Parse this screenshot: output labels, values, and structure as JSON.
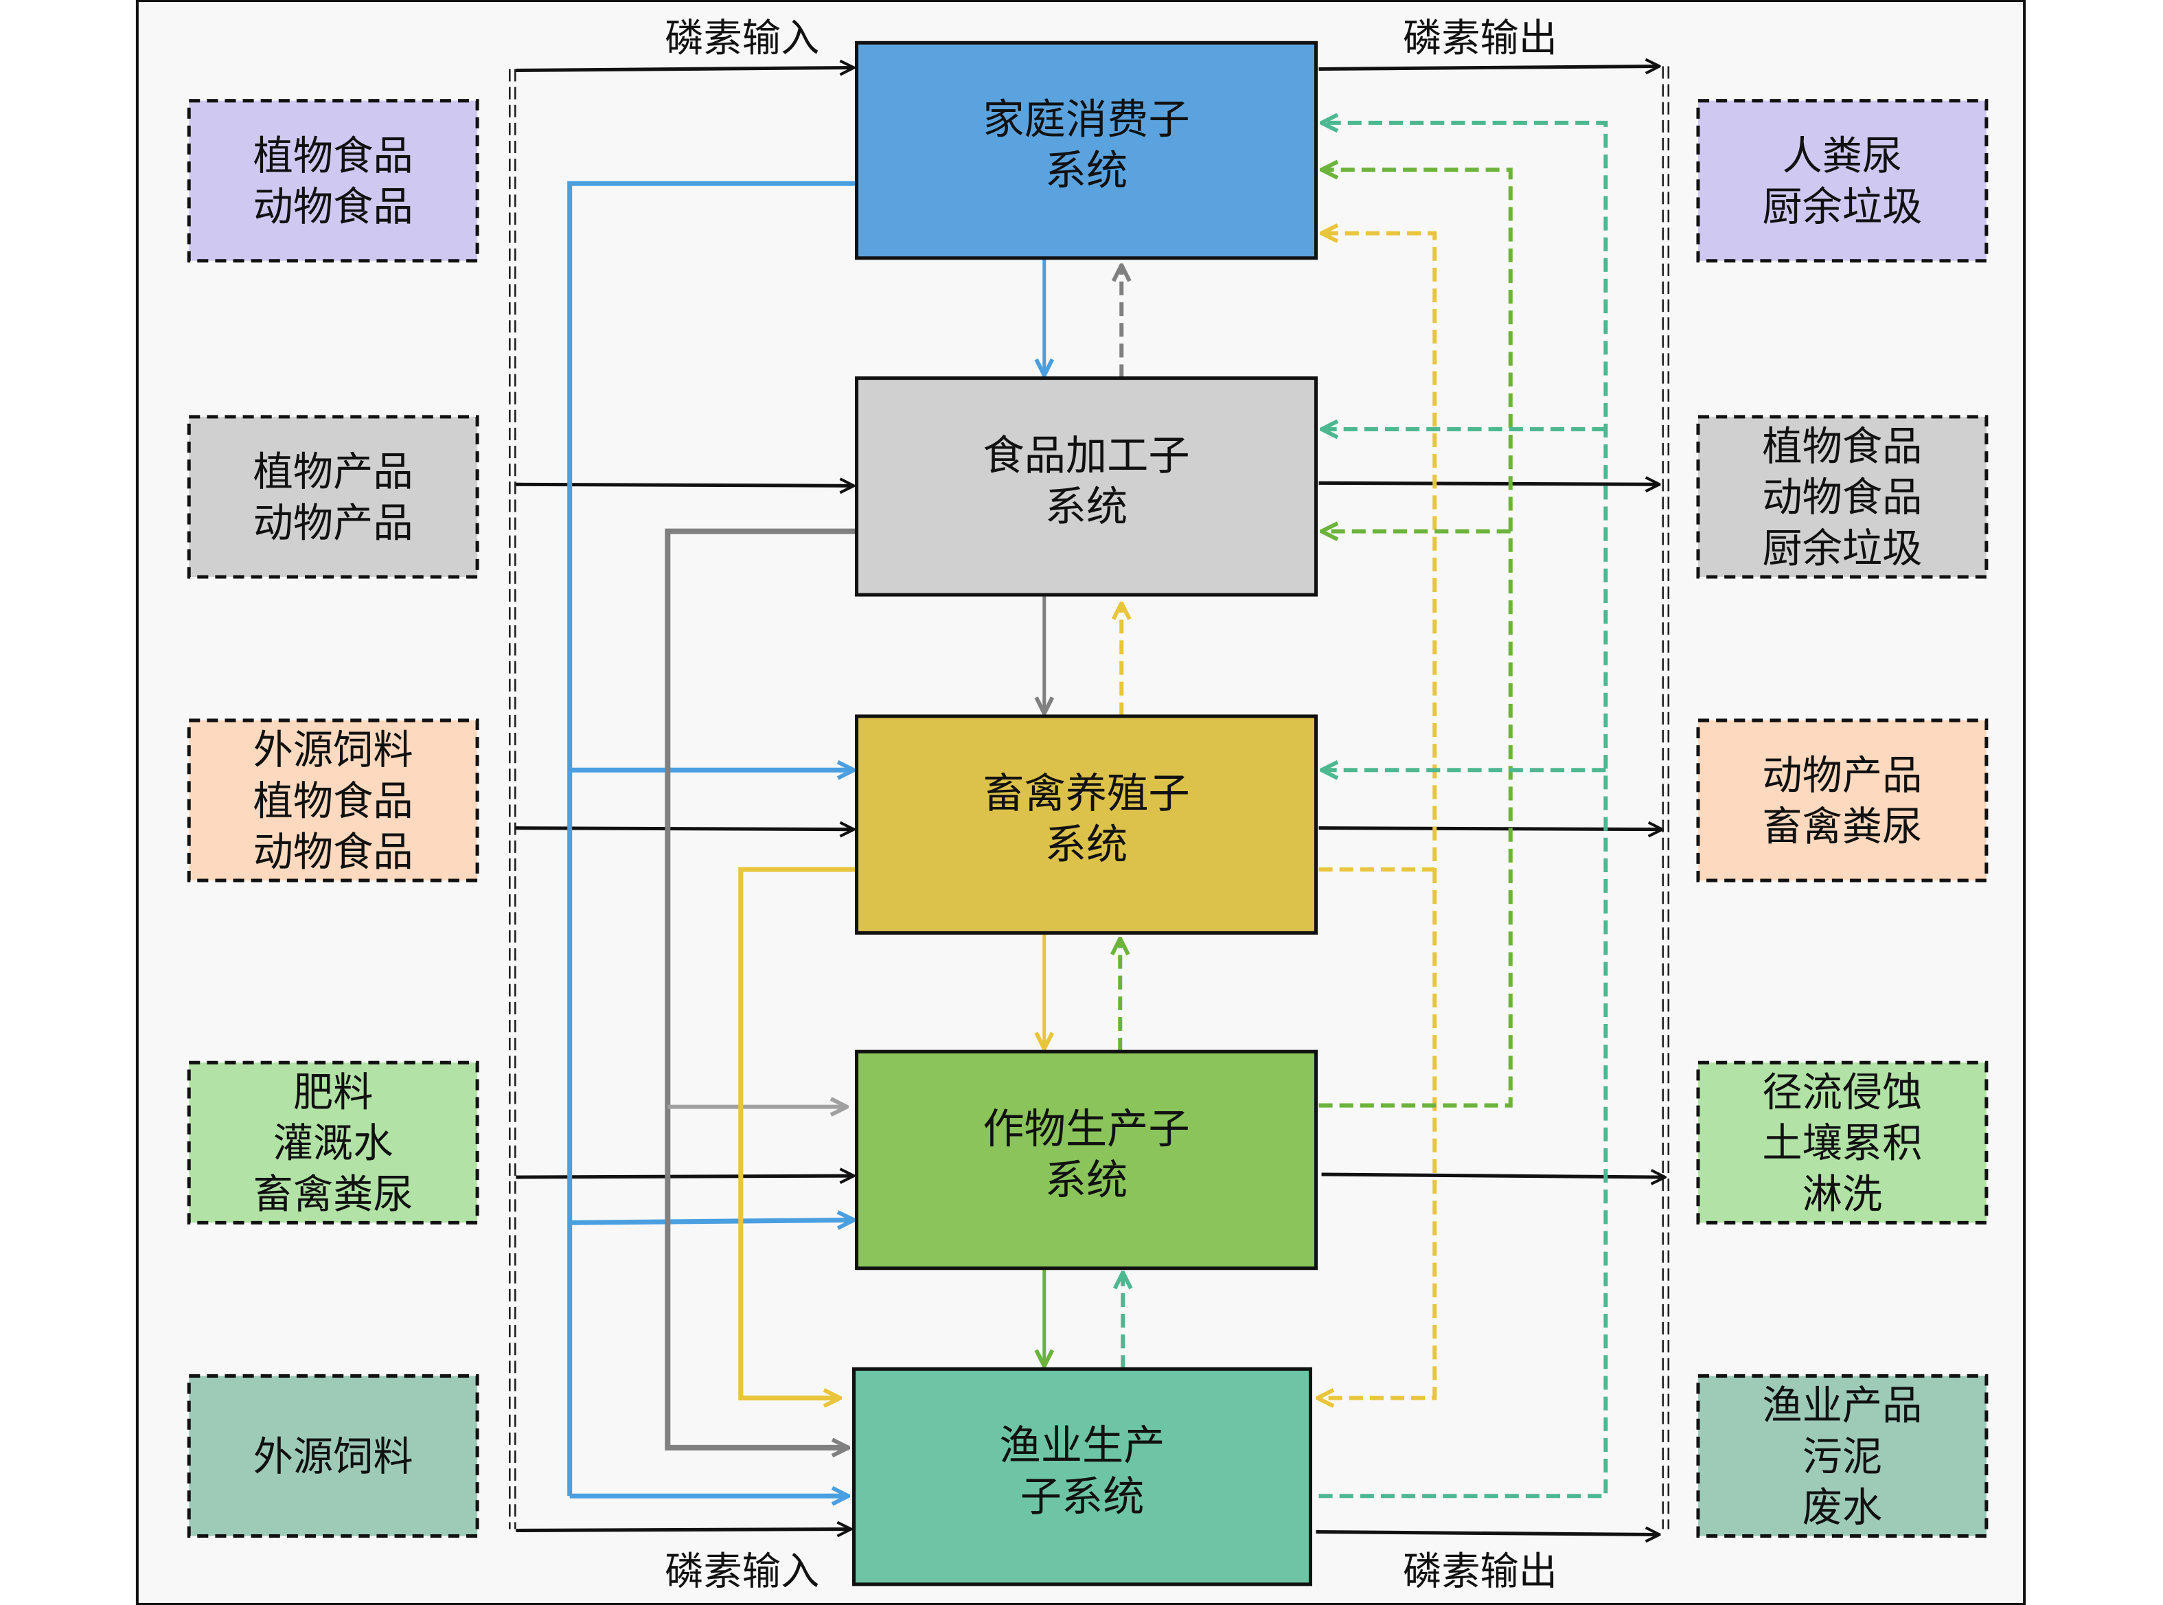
{
  "flow_labels": {
    "input_top": "磷素输入",
    "output_top": "磷素输出",
    "input_bottom": "磷素输入",
    "output_bottom": "磷素输出"
  },
  "subsystems": [
    {
      "id": "household",
      "lines": [
        "家庭消费子",
        "系统"
      ],
      "color": "#5ba3de"
    },
    {
      "id": "food-processing",
      "lines": [
        "食品加工子",
        "系统"
      ],
      "color": "#d0d0d0"
    },
    {
      "id": "livestock",
      "lines": [
        "畜禽养殖子",
        "系统"
      ],
      "color": "#dcc24a"
    },
    {
      "id": "crop",
      "lines": [
        "作物生产子",
        "系统"
      ],
      "color": "#8ac45a"
    },
    {
      "id": "fishery",
      "lines": [
        "渔业生产",
        "子系统"
      ],
      "color": "#6ec5a5"
    }
  ],
  "inputs": [
    {
      "lines": [
        "植物食品",
        "动物食品"
      ],
      "color": "#cfc9f2"
    },
    {
      "lines": [
        "植物产品",
        "动物产品"
      ],
      "color": "#d0d0d0"
    },
    {
      "lines": [
        "外源饲料",
        "植物食品",
        "动物食品"
      ],
      "color": "#fdd9bf"
    },
    {
      "lines": [
        "肥料",
        "灌溉水",
        "畜禽粪尿"
      ],
      "color": "#b2e2a6"
    },
    {
      "lines": [
        "外源饲料"
      ],
      "color": "#9ecab8"
    }
  ],
  "outputs": [
    {
      "lines": [
        "人粪尿",
        "厨余垃圾"
      ],
      "color": "#cfc9f2"
    },
    {
      "lines": [
        "植物食品",
        "动物食品",
        "厨余垃圾"
      ],
      "color": "#d0d0d0"
    },
    {
      "lines": [
        "动物产品",
        "畜禽粪尿"
      ],
      "color": "#fdd9bf"
    },
    {
      "lines": [
        "径流侵蚀",
        "土壤累积",
        "淋洗"
      ],
      "color": "#b2e2a6"
    },
    {
      "lines": [
        "渔业产品",
        "污泥",
        "废水"
      ],
      "color": "#9ecab8"
    }
  ],
  "flow_colors": {
    "household": "#4a9fe0",
    "food_processing": "#808080",
    "food_processing_light": "#a0a0a0",
    "livestock": "#e8c53a",
    "crop": "#6cb33c",
    "fishery": "#4db890",
    "external": "#111111"
  }
}
